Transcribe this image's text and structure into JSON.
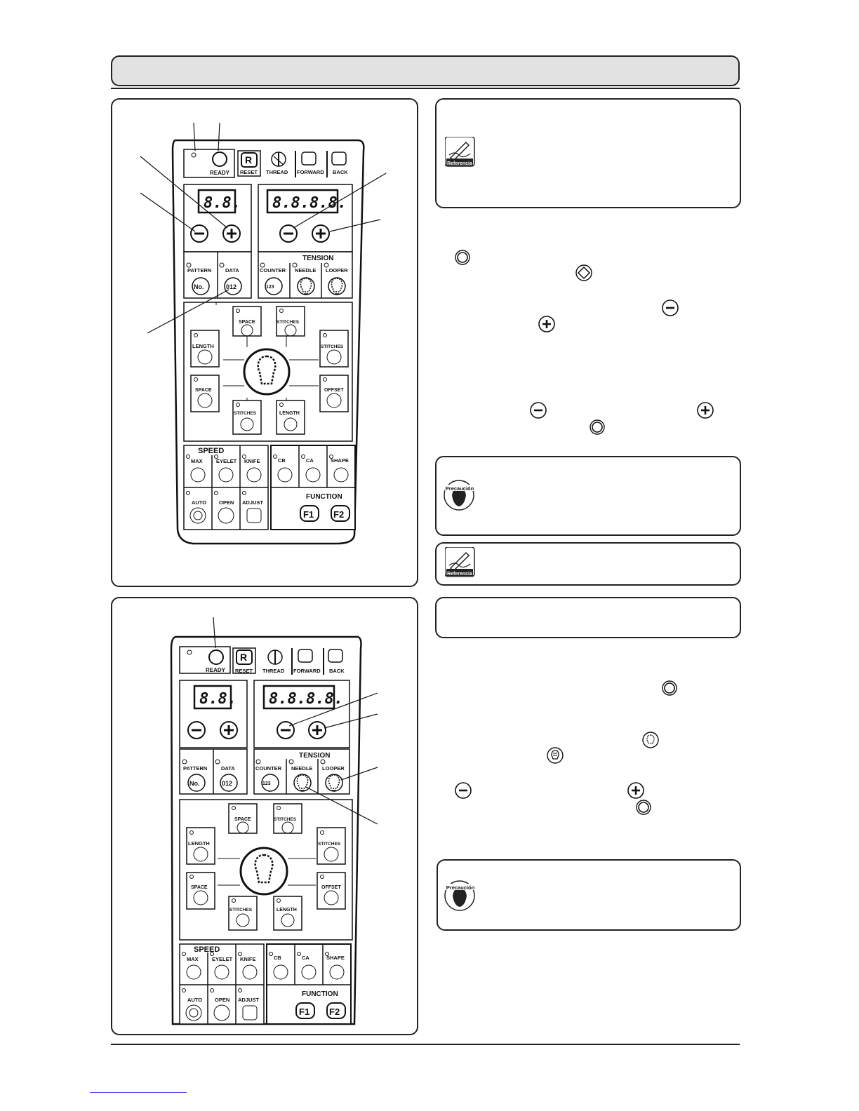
{
  "panel": {
    "ready": "READY",
    "reset": "RESET",
    "reset_key": "R",
    "thread": "THREAD",
    "forward": "FORWARD",
    "back": "BACK",
    "display_small": "8.8.",
    "display_large": "8.8.8.8.",
    "pattern": "PATTERN",
    "pattern_key": "No.",
    "data": "DATA",
    "data_key": "012",
    "counter": "COUNTER",
    "counter_key": "123",
    "tension": "TENSION",
    "needle": "NEEDLE",
    "looper": "LOOPER",
    "space": "SPACE",
    "stitches": "STITCHES",
    "length": "LENGTH",
    "offset": "OFFSET",
    "speed": "SPEED",
    "max": "MAX",
    "eyelet": "EYELET",
    "knife": "KNIFE",
    "cb": "CB",
    "ca": "CA",
    "shape": "SHAPE",
    "auto": "AUTO",
    "open": "OPEN",
    "adjust": "ADJUST",
    "function": "FUNCTION",
    "f1": "F1",
    "f2": "F2"
  },
  "notes": {
    "referencia": "Referencia",
    "precaucion": "Precaución"
  }
}
